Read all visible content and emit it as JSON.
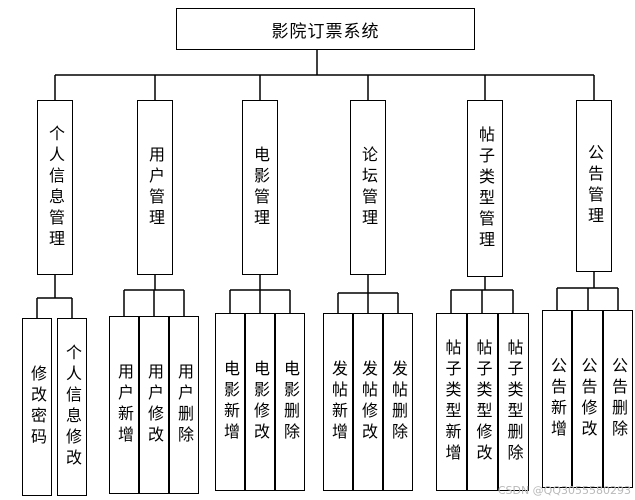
{
  "root": {
    "label": "影院订票系统"
  },
  "modules": [
    {
      "label": "个人信息管理",
      "children": [
        "修改密码",
        "个人信息修改"
      ]
    },
    {
      "label": "用户管理",
      "children": [
        "用户新增",
        "用户修改",
        "用户删除"
      ]
    },
    {
      "label": "电影管理",
      "children": [
        "电影新增",
        "电影修改",
        "电影删除"
      ]
    },
    {
      "label": "论坛管理",
      "children": [
        "发帖新增",
        "发帖修改",
        "发帖删除"
      ]
    },
    {
      "label": "帖子类型管理",
      "children": [
        "帖子类型新增",
        "帖子类型修改",
        "帖子类型删除"
      ]
    },
    {
      "label": "公告管理",
      "children": [
        "公告新增",
        "公告修改",
        "公告删除"
      ]
    }
  ],
  "watermark": "CSDN @QQ3055580293"
}
